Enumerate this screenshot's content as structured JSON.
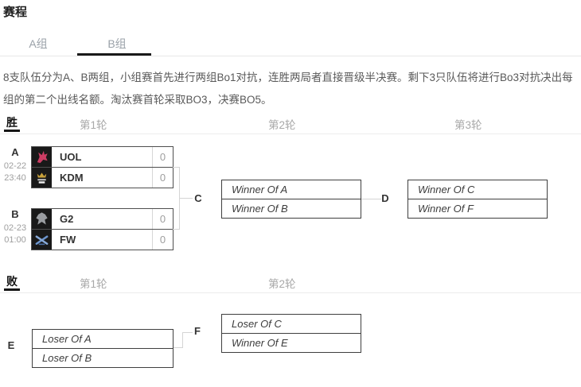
{
  "page": {
    "title": "赛程"
  },
  "tabs": [
    {
      "label": "A组",
      "active": false
    },
    {
      "label": "B组",
      "active": true
    }
  ],
  "description": "8支队伍分为A、B两组，小组赛首先进行两组Bo1对抗，连胜两局者直接晋级半决赛。剩下3只队伍将进行Bo3对抗决出每组的第二个出线名额。淘汰赛首轮采取BO3，决赛BO5。",
  "winners_bracket": {
    "section_label": "胜",
    "rounds": [
      "第1轮",
      "第2轮",
      "第3轮"
    ],
    "match_a": {
      "label": "A",
      "date": "02-22",
      "time": "23:40",
      "teams": [
        {
          "name": "UOL",
          "score": "0",
          "logo": "uol-logo"
        },
        {
          "name": "KDM",
          "score": "0",
          "logo": "kdm-logo"
        }
      ]
    },
    "match_b": {
      "label": "B",
      "date": "02-23",
      "time": "01:00",
      "teams": [
        {
          "name": "G2",
          "score": "0",
          "logo": "g2-logo"
        },
        {
          "name": "FW",
          "score": "0",
          "logo": "fw-logo"
        }
      ]
    },
    "match_c": {
      "label": "C",
      "slots": [
        "Winner Of A",
        "Winner Of B"
      ]
    },
    "match_d": {
      "label": "D",
      "slots": [
        "Winner Of C",
        "Winner Of F"
      ]
    }
  },
  "losers_bracket": {
    "section_label": "败",
    "rounds": [
      "第1轮",
      "第2轮"
    ],
    "match_e": {
      "label": "E",
      "slots": [
        "Loser Of A",
        "Loser Of B"
      ]
    },
    "match_f": {
      "label": "F",
      "slots": [
        "Loser Of C",
        "Winner Of E"
      ]
    }
  },
  "colors": {
    "active_tab_underline": "#1a1a1a",
    "section_underline": "#161616",
    "box_border": "#4f4f4f",
    "score_separator": "#d6d6d6",
    "connector_line": "#d4d4d4",
    "logo_background": "#191919",
    "uol_logo": "#cd3d64",
    "kdm_logo": "#c9a23b",
    "g2_logo": "#9a9da1",
    "fw_logo": "#6d96cf"
  }
}
